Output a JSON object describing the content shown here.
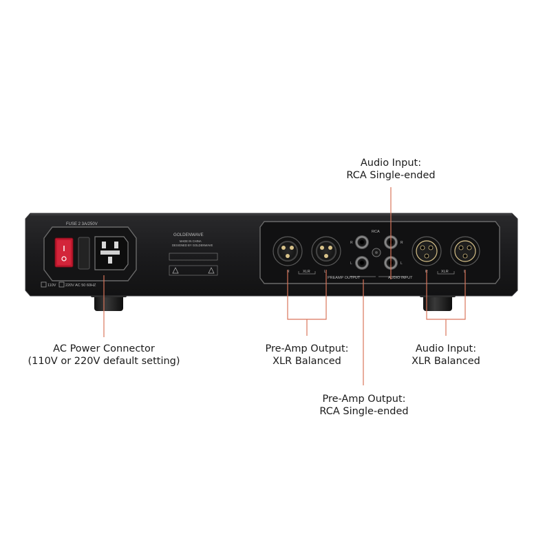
{
  "annotations": {
    "audio_input_rca": {
      "line1": "Audio Input:",
      "line2": "RCA Single-ended"
    },
    "ac_power": {
      "line1": "AC Power Connector",
      "line2": "(110V or 220V default setting)"
    },
    "preamp_xlr": {
      "line1": "Pre-Amp Output:",
      "line2": "XLR Balanced"
    },
    "audio_input_xlr": {
      "line1": "Audio Input:",
      "line2": "XLR Balanced"
    },
    "preamp_rca": {
      "line1": "Pre-Amp Output:",
      "line2": "RCA Single-ended"
    }
  },
  "device": {
    "brand": "GOLDENWAVE",
    "made_in": "MADE IN CHINA",
    "designed_by": "DESIGNED BY GOLDENWAVE",
    "fuse": "FUSE 2 3A/250V",
    "voltage_110": "110V",
    "voltage_220": "220V AC 50 60HZ",
    "rca_label": "RCA",
    "xlr_label": "XLR",
    "preamp_output_label": "PREAMP OUTPUT",
    "audio_input_label": "AUDIO INPUT",
    "r": "R",
    "l": "L"
  },
  "colors": {
    "leader_line": "#d9755a",
    "chassis": "#1c1c1e",
    "switch_red": "#c0182e"
  }
}
